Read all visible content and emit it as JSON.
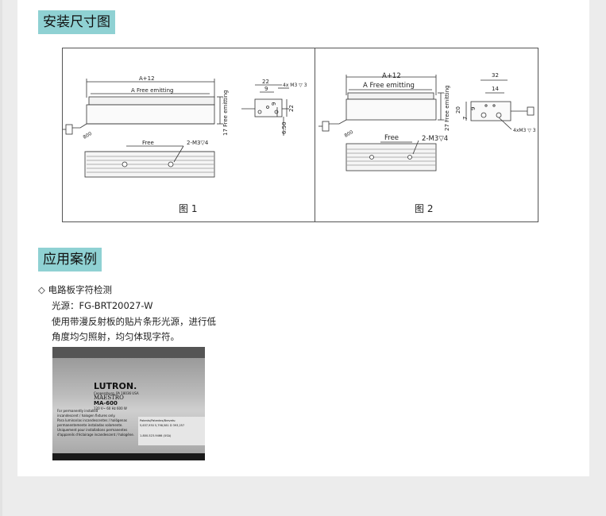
{
  "section1": {
    "title": "安装尺寸图"
  },
  "figure1": {
    "caption": "图 1",
    "dim_total": "A+12",
    "dim_emit": "A Free emitting",
    "dim_22": "22",
    "dim_9": "9",
    "hole_note": "4x M3 ▽ 3",
    "dim_h9": "9",
    "dim_h22": "22",
    "dim_height": "17 Free emitting",
    "dim_650": "6.50",
    "cable_len": "800",
    "free_label": "Free",
    "screw_note": "2-M3▽4"
  },
  "figure2": {
    "caption": "图 2",
    "dim_total": "A+12",
    "dim_emit": "A Free emitting",
    "dim_32": "32",
    "dim_14": "14",
    "dim_height": "27 Free emitting",
    "dim_v20": "20",
    "dim_v9": "9",
    "dim_v7": "7",
    "hole_note": "4xM3 ▽ 3",
    "cable_len": "800",
    "free_label": "Free",
    "screw_note": "2-M3▽4"
  },
  "section2": {
    "title": "应用案例"
  },
  "example": {
    "title": "◇ 电路板字符检测",
    "source": "光源：FG-BRT20027-W",
    "desc1": "使用带漫反射板的贴片条形光源，进行低",
    "desc2": "角度均匀照射，均匀体现字符。",
    "photo": {
      "brand": "LUTRON.",
      "subline": "Coopersburg, PA 18036 USA",
      "series": "MAESTRO",
      "model": "MA-600",
      "rating": "120 V~ 60 Hz 600 W",
      "text1": "For permanently installed",
      "text2": "incandescent / halogen fixtures only.",
      "text3": "Para luminarias incandescentes / halógenas",
      "text4": "permanentemente instaladas solamente.",
      "text5": "Uniquement pour installations permanentes",
      "text6": "d'appareils d'éclairage incandescent / halogène.",
      "plate1": "Patents/Patentes/Brevets:",
      "plate2": "5,637,930 5,798,581 D 393,257",
      "plate3": "1-800-523-9466 (USA)"
    }
  }
}
